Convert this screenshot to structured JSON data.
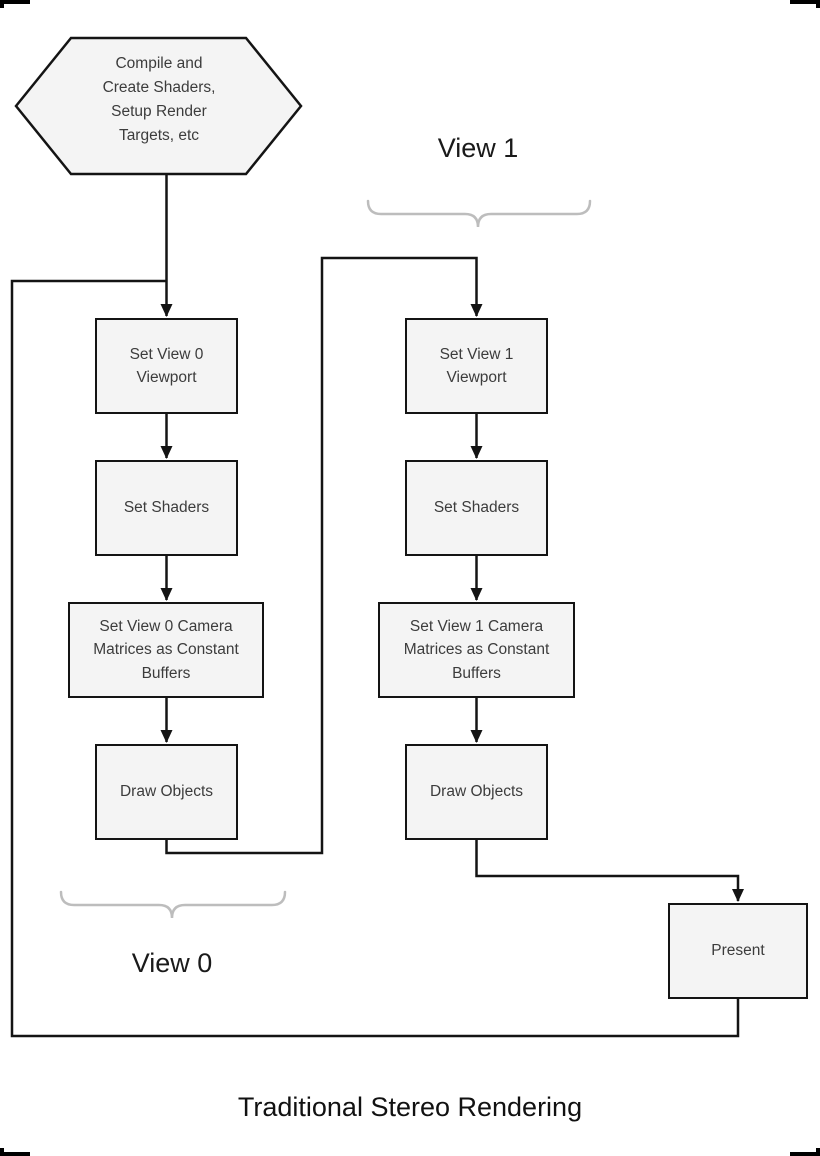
{
  "page": {
    "title": "Traditional Stereo Rendering"
  },
  "groups": {
    "view0_label": "View 0",
    "view1_label": "View 1"
  },
  "nodes": {
    "start": {
      "lines": [
        "Compile and",
        "Create Shaders,",
        "Setup Render",
        "Targets, etc"
      ]
    },
    "left": {
      "viewport": "Set View 0 Viewport",
      "shaders": "Set Shaders",
      "camera": "Set  View 0 Camera Matrices as Constant Buffers",
      "draw": "Draw Objects"
    },
    "right": {
      "viewport": "Set View 1 Viewport",
      "shaders": "Set Shaders",
      "camera": "Set View 1 Camera Matrices as Constant Buffers",
      "draw": "Draw Objects"
    },
    "present": "Present"
  },
  "colors": {
    "box_fill": "#f4f4f4",
    "box_border": "#141414",
    "wire": "#141414",
    "brace": "#bdbdbd",
    "text": "#3c3c3c"
  }
}
